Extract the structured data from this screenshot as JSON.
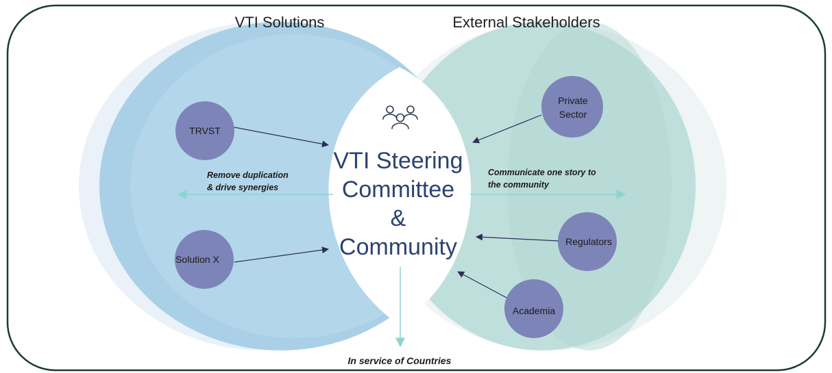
{
  "headings": {
    "left": "VTI Solutions",
    "right": "External Stakeholders"
  },
  "center": {
    "icon": "people-group-icon",
    "lines": [
      "VTI Steering",
      "Committee",
      "&",
      "Community"
    ]
  },
  "nodes": {
    "trvst": "TRVST",
    "solution_x": "Solution X",
    "private_sector": [
      "Private",
      "Sector"
    ],
    "regulators": "Regulators",
    "academia": "Academia"
  },
  "notes": {
    "left": [
      "Remove duplication",
      "& drive synergies"
    ],
    "right": [
      "Communicate one story to",
      "the community"
    ]
  },
  "footer": "In service of Countries",
  "colors": {
    "frame_border": "#1c3b35",
    "left_crescent": "#a9d0e6",
    "right_crescent": "#bfdfdc",
    "node_fill": "#7c84b8",
    "center_text": "#2b4370",
    "connector": "#2a2f55",
    "teal_arrow": "#8fd3cf"
  }
}
